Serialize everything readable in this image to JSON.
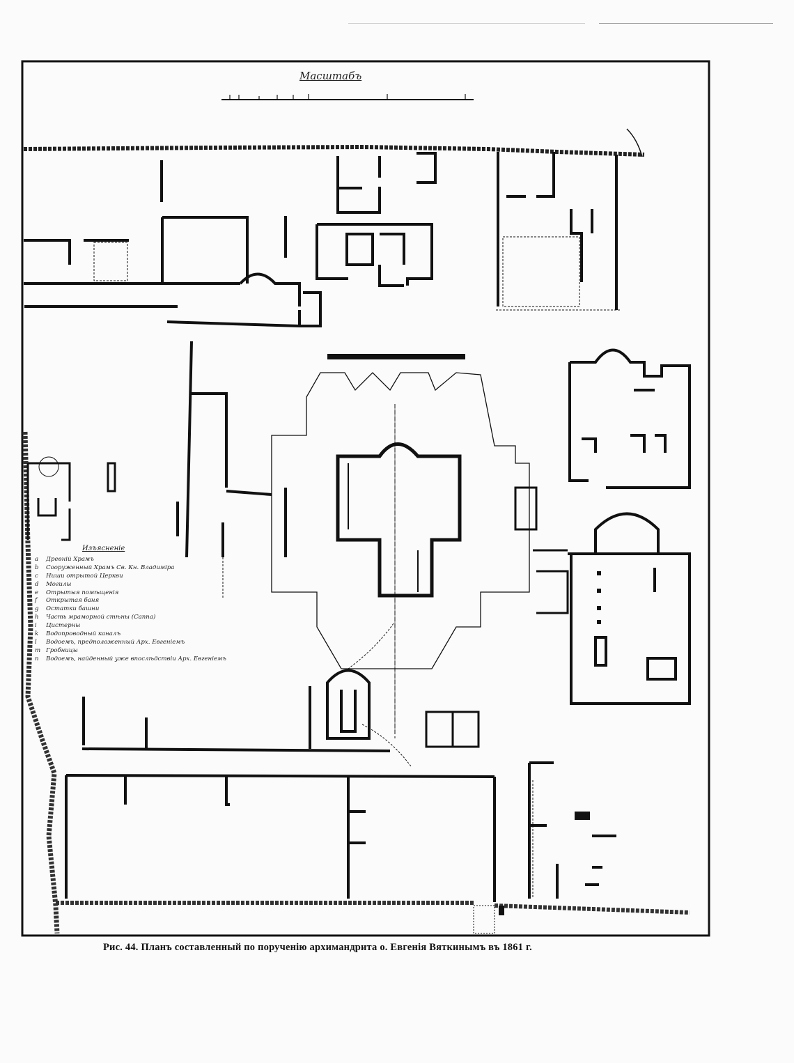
{
  "figure": {
    "caption": "Рис. 44. Планъ составленный по порученію архимандрита о. Евгенія Вяткинымъ въ 1861 г.",
    "scale_title": "Масштабъ",
    "legend_title": "Изъясненіе",
    "legend": [
      {
        "key": "a",
        "text": "Древній Храмъ"
      },
      {
        "key": "b",
        "text": "Сооруженный Храмъ Св. Кн. Владиміра"
      },
      {
        "key": "c",
        "text": "Ниши отрытой Церкви"
      },
      {
        "key": "d",
        "text": "Могилы"
      },
      {
        "key": "e",
        "text": "Отрытыя помѣщенія"
      },
      {
        "key": "f",
        "text": "Открытая баня"
      },
      {
        "key": "g",
        "text": "Остатки башни"
      },
      {
        "key": "h",
        "text": "Часть мраморной стѣны (Canna)"
      },
      {
        "key": "i",
        "text": "Цистерны"
      },
      {
        "key": "k",
        "text": "Водопроводный каналъ"
      },
      {
        "key": "l",
        "text": "Водоемъ, предположенный Арх. Евгеніемъ"
      },
      {
        "key": "m",
        "text": "Гробницы"
      },
      {
        "key": "n",
        "text": "Водоемъ, найденный уже впослѣдствіи Арх. Евгеніемъ"
      }
    ]
  }
}
